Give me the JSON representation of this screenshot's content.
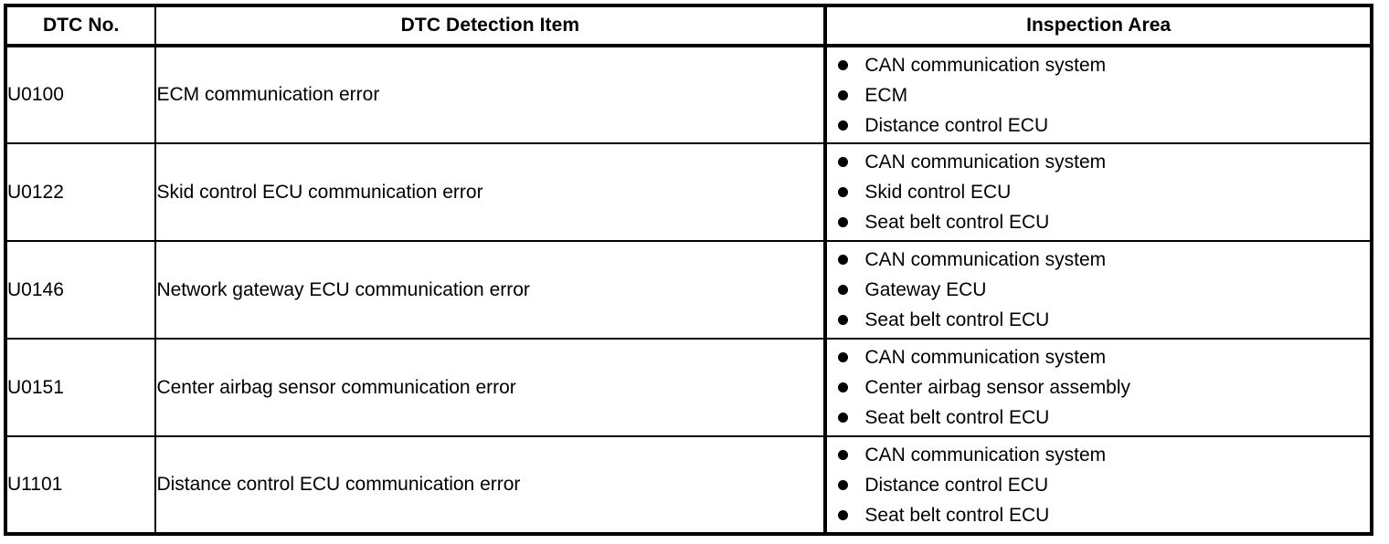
{
  "table": {
    "columns": [
      {
        "key": "dtc_no",
        "header": "DTC No."
      },
      {
        "key": "detection_item",
        "header": "DTC Detection Item"
      },
      {
        "key": "inspection_area",
        "header": "Inspection Area"
      }
    ],
    "rows": [
      {
        "dtc_no": "U0100",
        "detection_item": "ECM communication error",
        "inspection_area": [
          "CAN communication system",
          "ECM",
          "Distance control ECU"
        ]
      },
      {
        "dtc_no": "U0122",
        "detection_item": "Skid control ECU communication error",
        "inspection_area": [
          "CAN communication system",
          "Skid control ECU",
          "Seat belt control ECU"
        ]
      },
      {
        "dtc_no": "U0146",
        "detection_item": "Network gateway ECU communication error",
        "inspection_area": [
          "CAN communication system",
          "Gateway ECU",
          "Seat belt control ECU"
        ]
      },
      {
        "dtc_no": "U0151",
        "detection_item": "Center airbag sensor communication error",
        "inspection_area": [
          "CAN communication system",
          "Center airbag sensor assembly",
          "Seat belt control ECU"
        ]
      },
      {
        "dtc_no": "U1101",
        "detection_item": "Distance control ECU communication error",
        "inspection_area": [
          "CAN communication system",
          "Distance control ECU",
          "Seat belt control ECU"
        ]
      }
    ]
  },
  "style": {
    "text_color": "#000000",
    "background_color": "#ffffff",
    "border_color": "#000000",
    "bullet_glyph": "bullet-icon"
  }
}
